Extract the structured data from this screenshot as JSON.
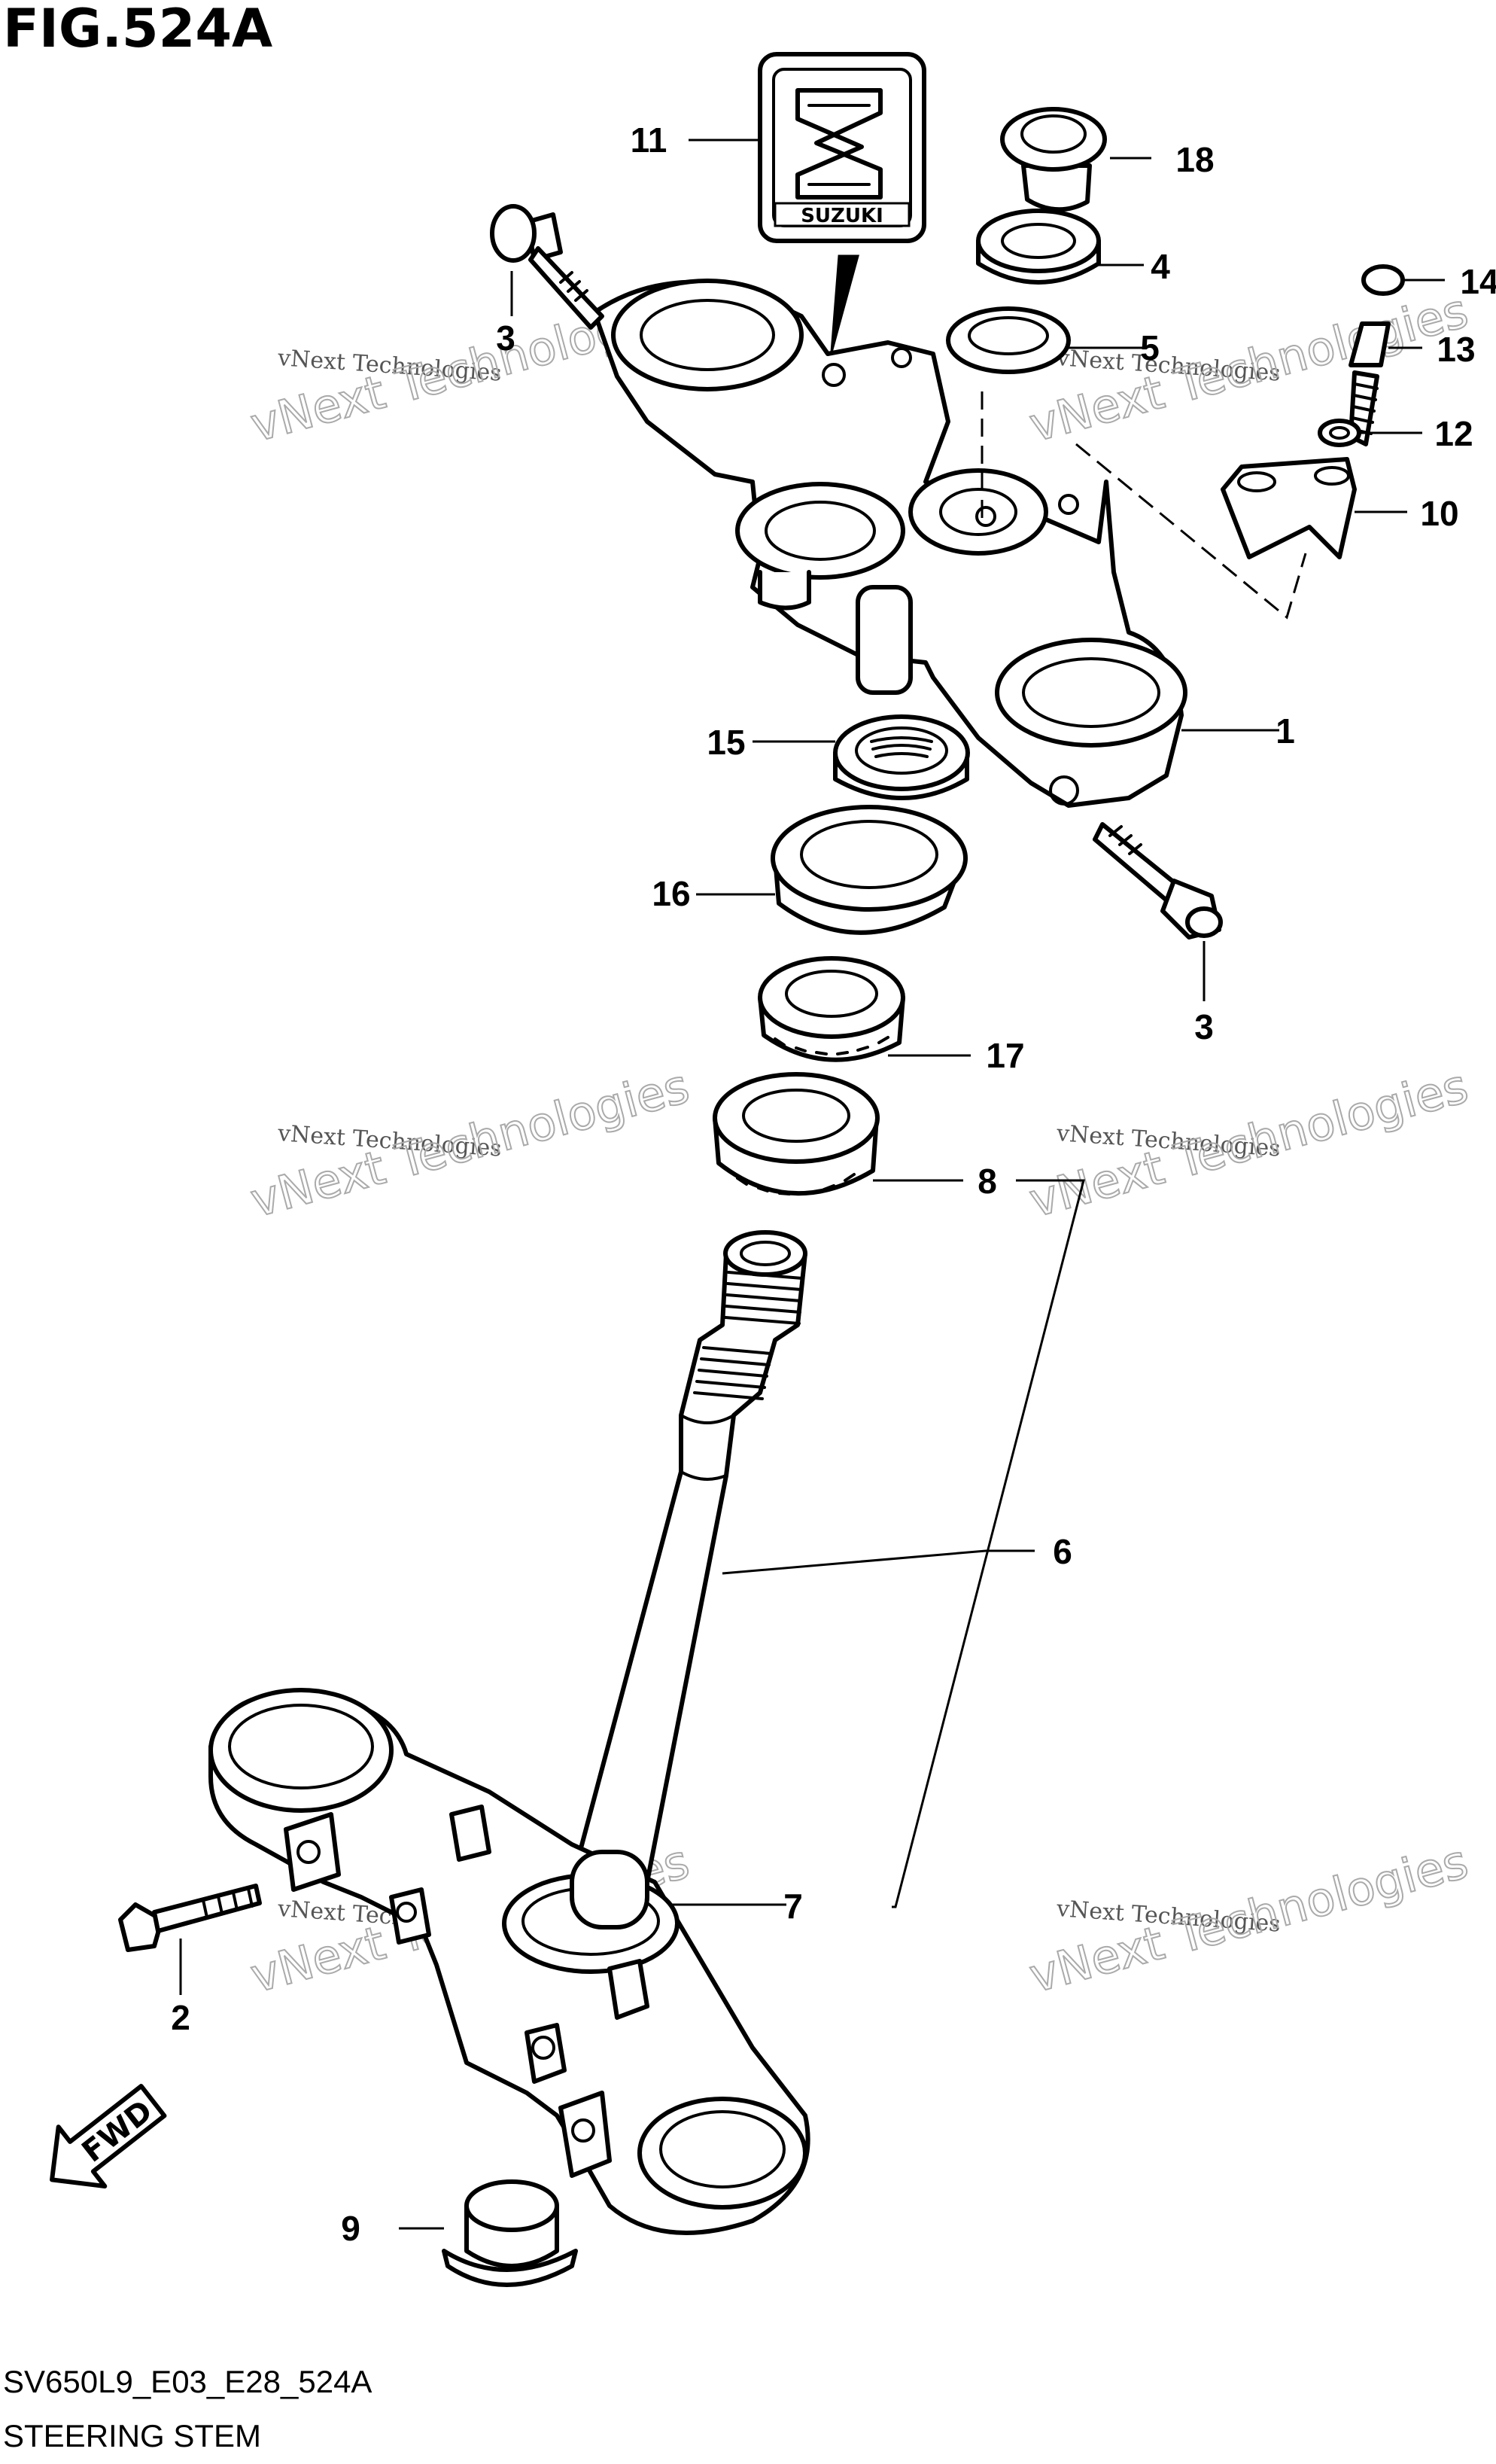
{
  "figure": {
    "title": "FIG.524A",
    "code": "SV650L9_E03_E28_524A",
    "name": "STEERING STEM"
  },
  "badge": {
    "brand_text": "SUZUKI"
  },
  "fwd_label": "FWD",
  "callouts": {
    "c1": "1",
    "c2": "2",
    "c3a": "3",
    "c3b": "3",
    "c4": "4",
    "c5": "5",
    "c6": "6",
    "c7": "7",
    "c8": "8",
    "c9": "9",
    "c10": "10",
    "c11": "11",
    "c12": "12",
    "c13": "13",
    "c14": "14",
    "c15": "15",
    "c16": "16",
    "c17": "17",
    "c18": "18"
  },
  "watermark": {
    "small": "vNext Technologies",
    "big": "vNext Technologies"
  }
}
